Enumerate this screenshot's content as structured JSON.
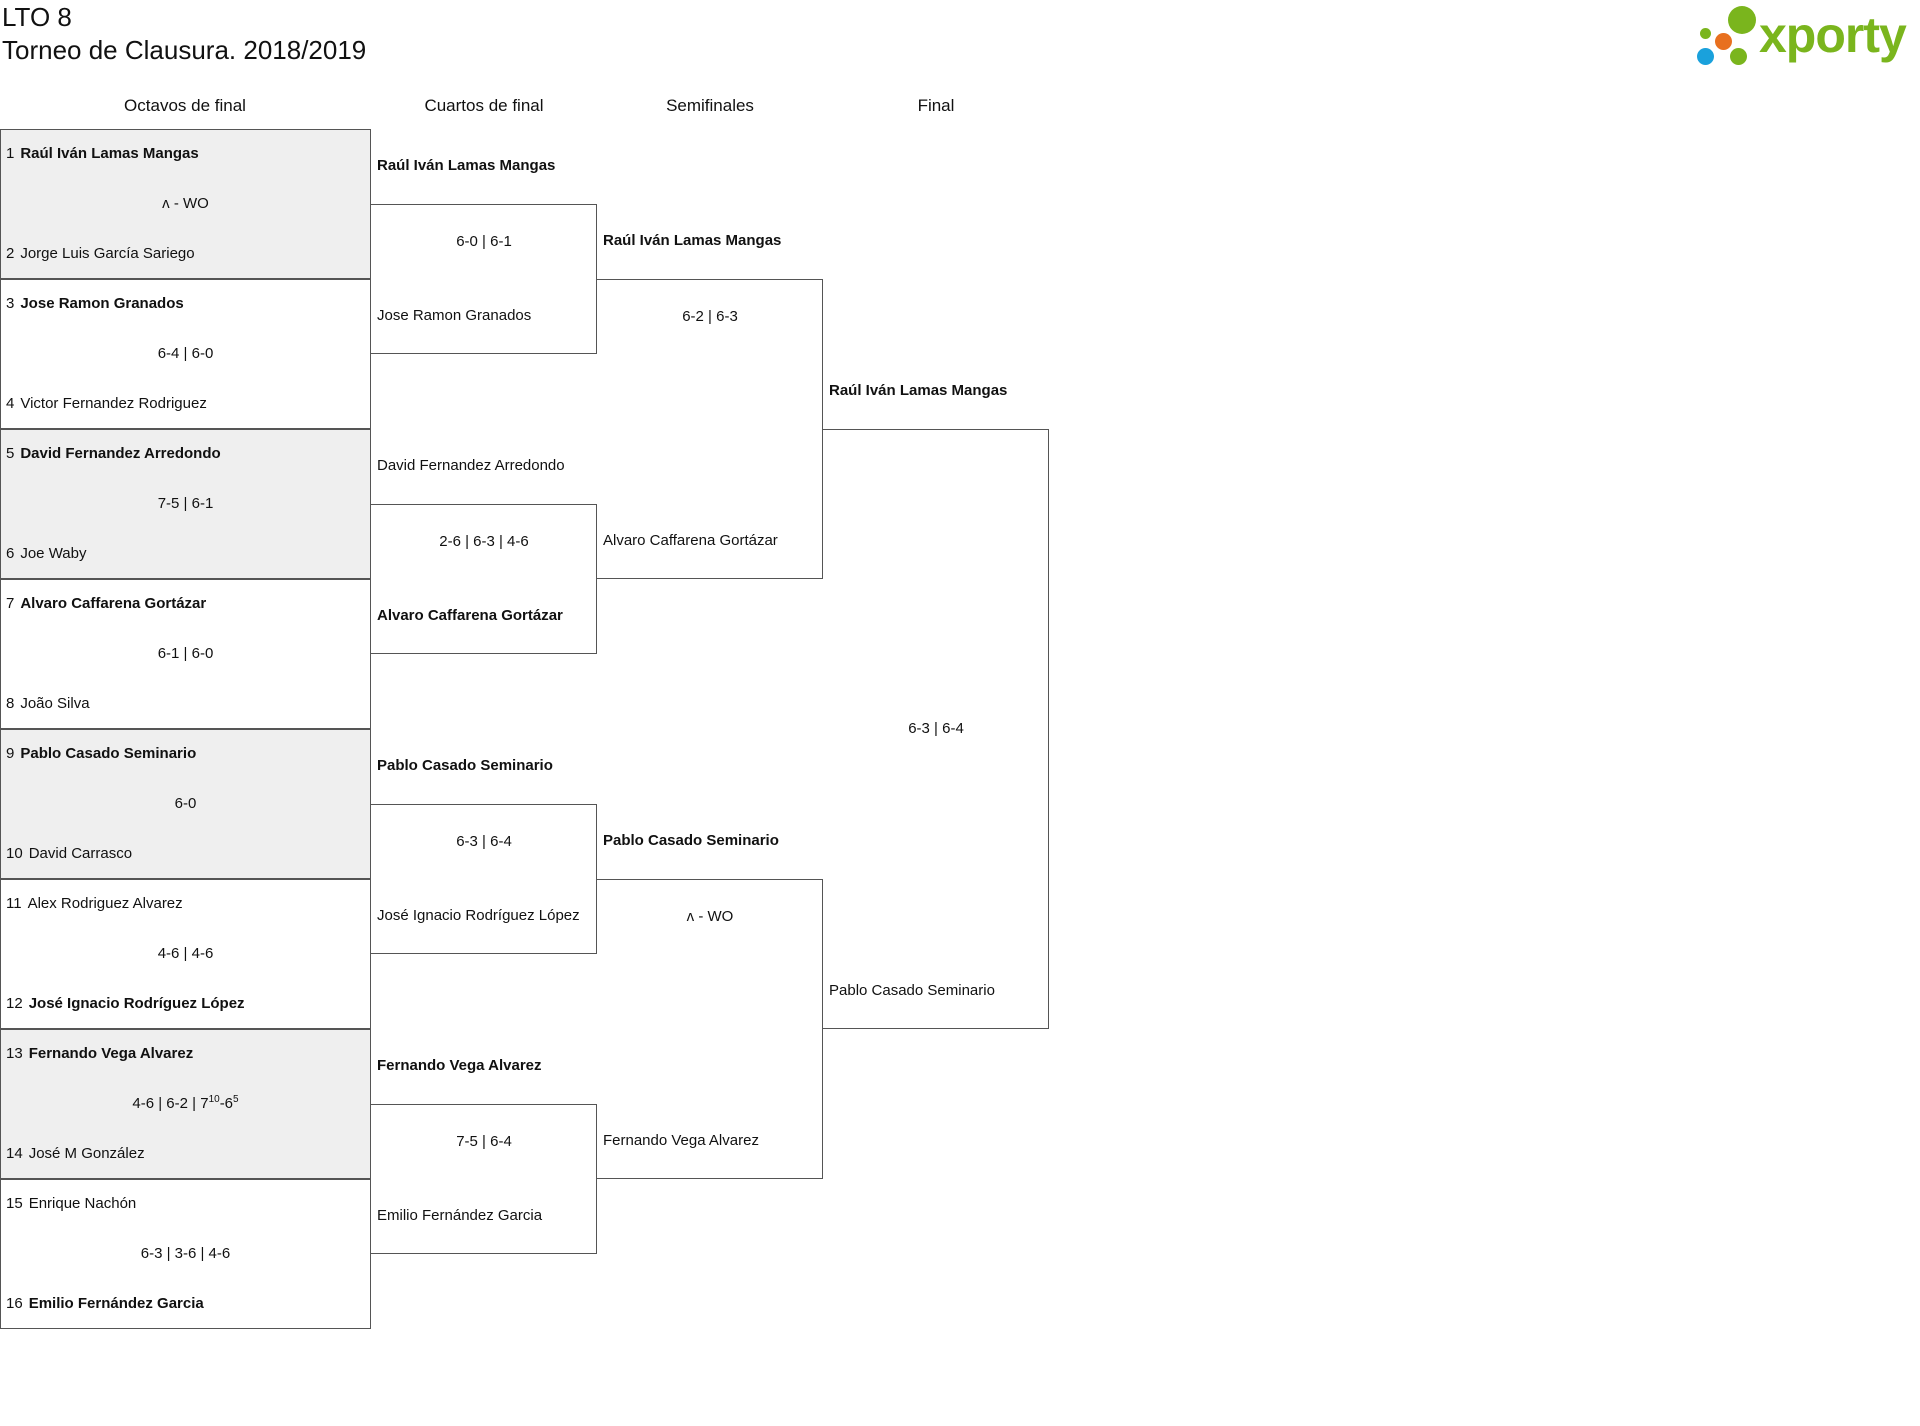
{
  "header": {
    "line1": "LTO 8",
    "line2": "Torneo de Clausura. 2018/2019"
  },
  "logo": {
    "text": "xporty",
    "colors": {
      "green": "#7ab51d",
      "orange": "#e8701f",
      "blue": "#1aa1dc"
    }
  },
  "rounds": [
    {
      "name": "Octavos de final"
    },
    {
      "name": "Cuartos de final"
    },
    {
      "name": "Semifinales"
    },
    {
      "name": "Final"
    }
  ],
  "octavos": [
    {
      "top": {
        "seed": "1",
        "name": "Raúl Iván Lamas Mangas",
        "winner": true
      },
      "bottom": {
        "seed": "2",
        "name": "Jorge Luis García Sariego",
        "winner": false
      },
      "score": "ʌ - WO"
    },
    {
      "top": {
        "seed": "3",
        "name": "Jose Ramon Granados",
        "winner": true
      },
      "bottom": {
        "seed": "4",
        "name": "Victor Fernandez Rodriguez",
        "winner": false
      },
      "score": "6-4 | 6-0"
    },
    {
      "top": {
        "seed": "5",
        "name": "David Fernandez Arredondo",
        "winner": true
      },
      "bottom": {
        "seed": "6",
        "name": "Joe Waby",
        "winner": false
      },
      "score": "7-5 | 6-1"
    },
    {
      "top": {
        "seed": "7",
        "name": "Alvaro Caffarena Gortázar",
        "winner": true
      },
      "bottom": {
        "seed": "8",
        "name": "João Silva",
        "winner": false
      },
      "score": "6-1 | 6-0"
    },
    {
      "top": {
        "seed": "9",
        "name": "Pablo Casado Seminario",
        "winner": true
      },
      "bottom": {
        "seed": "10",
        "name": "David Carrasco",
        "winner": false
      },
      "score": "6-0"
    },
    {
      "top": {
        "seed": "11",
        "name": "Alex Rodriguez Alvarez",
        "winner": false
      },
      "bottom": {
        "seed": "12",
        "name": "José Ignacio Rodríguez López",
        "winner": true
      },
      "score": "4-6 | 4-6"
    },
    {
      "top": {
        "seed": "13",
        "name": "Fernando Vega Alvarez",
        "winner": true
      },
      "bottom": {
        "seed": "14",
        "name": "José M González",
        "winner": false
      },
      "score": "4-6 | 6-2 | 7",
      "score_tb": {
        "a": "10",
        "mid": "-6",
        "b": "5"
      }
    },
    {
      "top": {
        "seed": "15",
        "name": "Enrique Nachón",
        "winner": false
      },
      "bottom": {
        "seed": "16",
        "name": "Emilio Fernández Garcia",
        "winner": true
      },
      "score": "6-3 | 3-6 | 4-6"
    }
  ],
  "cuartos": [
    {
      "top": {
        "name": "Raúl Iván Lamas Mangas",
        "winner": true
      },
      "bottom": {
        "name": "Jose Ramon Granados",
        "winner": false
      },
      "score": "6-0 | 6-1"
    },
    {
      "top": {
        "name": "David Fernandez Arredondo",
        "winner": false
      },
      "bottom": {
        "name": "Alvaro Caffarena Gortázar",
        "winner": true
      },
      "score": "2-6 | 6-3 | 4-6"
    },
    {
      "top": {
        "name": "Pablo Casado Seminario",
        "winner": true
      },
      "bottom": {
        "name": "José Ignacio Rodríguez López",
        "winner": false
      },
      "score": "6-3 | 6-4"
    },
    {
      "top": {
        "name": "Fernando Vega Alvarez",
        "winner": true
      },
      "bottom": {
        "name": "Emilio Fernández Garcia",
        "winner": false
      },
      "score": "7-5 | 6-4"
    }
  ],
  "semis": [
    {
      "top": {
        "name": "Raúl Iván Lamas Mangas",
        "winner": true
      },
      "bottom": {
        "name": "Alvaro Caffarena Gortázar",
        "winner": false
      },
      "score": "6-2 | 6-3"
    },
    {
      "top": {
        "name": "Pablo Casado Seminario",
        "winner": true
      },
      "bottom": {
        "name": "Fernando Vega Alvarez",
        "winner": false
      },
      "score": "ʌ - WO"
    }
  ],
  "final": {
    "top": {
      "name": "Raúl Iván Lamas Mangas",
      "winner": true
    },
    "bottom": {
      "name": "Pablo Casado Seminario",
      "winner": false
    },
    "score": "6-3 | 6-4"
  }
}
